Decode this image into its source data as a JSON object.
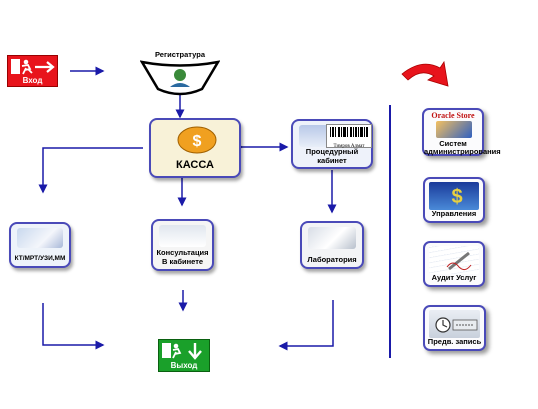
{
  "entrance": {
    "label": "Вход"
  },
  "exit": {
    "label": "Выход"
  },
  "registry": {
    "label": "Регистратура"
  },
  "kassa": {
    "label": "КАССА"
  },
  "procedure": {
    "line1": "Процедурный",
    "line2": "кабинет",
    "barcode_text": "Тимров Алмат"
  },
  "diagnostics": {
    "label": "КТ/МРТ/УЗИ,ММ"
  },
  "consultation": {
    "line1": "Консультация",
    "line2": "В кабинете"
  },
  "laboratory": {
    "label": "Лаборатория"
  },
  "side_panel": {
    "items": [
      {
        "logo": "Oracle Store",
        "label1": "Систем",
        "label2": "администрирования"
      },
      {
        "label1": "Управления"
      },
      {
        "label1": "Аудит Услуг"
      },
      {
        "label1": "Предв. запись"
      }
    ]
  },
  "colors": {
    "arrow": "#1a1aa8",
    "exit_red": "#e8141c",
    "exit_green": "#1aa02a",
    "curve_arrow": "#e8141c"
  }
}
